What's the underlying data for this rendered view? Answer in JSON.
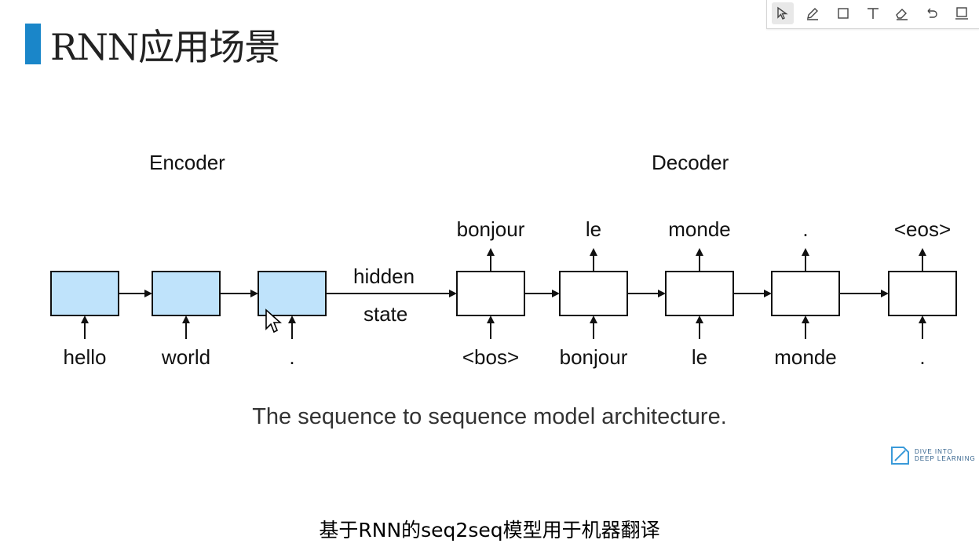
{
  "slide": {
    "title": "RNN应用场景",
    "subtitle": "基于RNN的seq2seq模型用于机器翻译"
  },
  "toolbar": {
    "tools": [
      {
        "name": "select-icon"
      },
      {
        "name": "pen-icon"
      },
      {
        "name": "rectangle-icon"
      },
      {
        "name": "text-icon"
      },
      {
        "name": "eraser-icon"
      },
      {
        "name": "undo-icon"
      },
      {
        "name": "screen-icon"
      }
    ]
  },
  "diagram": {
    "encoder_label": "Encoder",
    "decoder_label": "Decoder",
    "hidden_label_top": "hidden",
    "hidden_label_bottom": "state",
    "encoder_inputs": [
      "hello",
      "world",
      "."
    ],
    "decoder_inputs": [
      "<bos>",
      "bonjour",
      "le",
      "monde",
      "."
    ],
    "decoder_outputs": [
      "bonjour",
      "le",
      "monde",
      ".",
      "<eos>"
    ],
    "encoder_fill": "#bfe3fb",
    "caption": "The sequence to sequence model architecture."
  },
  "logo": {
    "line1": "DIVE INTO",
    "line2": "DEEP LEARNING"
  }
}
